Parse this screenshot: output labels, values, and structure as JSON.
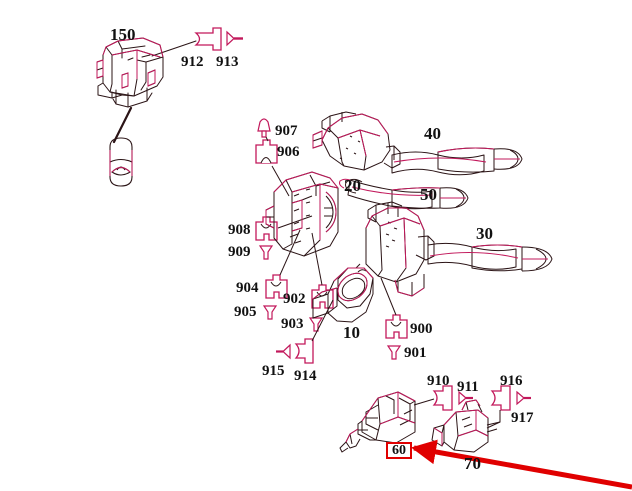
{
  "diagram": {
    "title": "Steering column switch assembly exploded parts diagram",
    "background_color": "#ffffff",
    "line_color": "#2b1416",
    "highlight_color": "#c2185b",
    "annotation_color": "#e00000",
    "highlighted_part_number": "60"
  },
  "labels": {
    "part_150": "150",
    "part_912": "912",
    "part_913": "913",
    "part_907": "907",
    "part_906": "906",
    "part_40": "40",
    "part_50": "50",
    "part_20": "20",
    "part_30": "30",
    "part_908": "908",
    "part_909": "909",
    "part_904": "904",
    "part_905": "905",
    "part_902": "902",
    "part_903": "903",
    "part_10": "10",
    "part_900": "900",
    "part_901": "901",
    "part_915": "915",
    "part_914": "914",
    "part_910": "910",
    "part_911": "911",
    "part_916": "916",
    "part_917": "917",
    "part_70": "70",
    "part_60": "60"
  },
  "parts_list": [
    {
      "number": "150",
      "kind": "ignition-lock-module"
    },
    {
      "number": "912",
      "kind": "grommet-connector"
    },
    {
      "number": "913",
      "kind": "pin"
    },
    {
      "number": "907",
      "kind": "rivet"
    },
    {
      "number": "906",
      "kind": "clip"
    },
    {
      "number": "40",
      "kind": "combination-stalk-lever"
    },
    {
      "number": "50",
      "kind": "stalk-lever"
    },
    {
      "number": "20",
      "kind": "switch-module"
    },
    {
      "number": "30",
      "kind": "wiper-stalk-lever"
    },
    {
      "number": "908",
      "kind": "clip"
    },
    {
      "number": "909",
      "kind": "rivet"
    },
    {
      "number": "904",
      "kind": "clip"
    },
    {
      "number": "905",
      "kind": "rivet"
    },
    {
      "number": "902",
      "kind": "clip"
    },
    {
      "number": "903",
      "kind": "rivet"
    },
    {
      "number": "10",
      "kind": "steering-column-ring"
    },
    {
      "number": "900",
      "kind": "clip"
    },
    {
      "number": "901",
      "kind": "rivet"
    },
    {
      "number": "915",
      "kind": "pin"
    },
    {
      "number": "914",
      "kind": "grommet-connector"
    },
    {
      "number": "910",
      "kind": "grommet-connector"
    },
    {
      "number": "911",
      "kind": "pin"
    },
    {
      "number": "916",
      "kind": "grommet-connector"
    },
    {
      "number": "917",
      "kind": "pin"
    },
    {
      "number": "70",
      "kind": "connector-plug"
    },
    {
      "number": "60",
      "kind": "brake-light-switch"
    }
  ]
}
